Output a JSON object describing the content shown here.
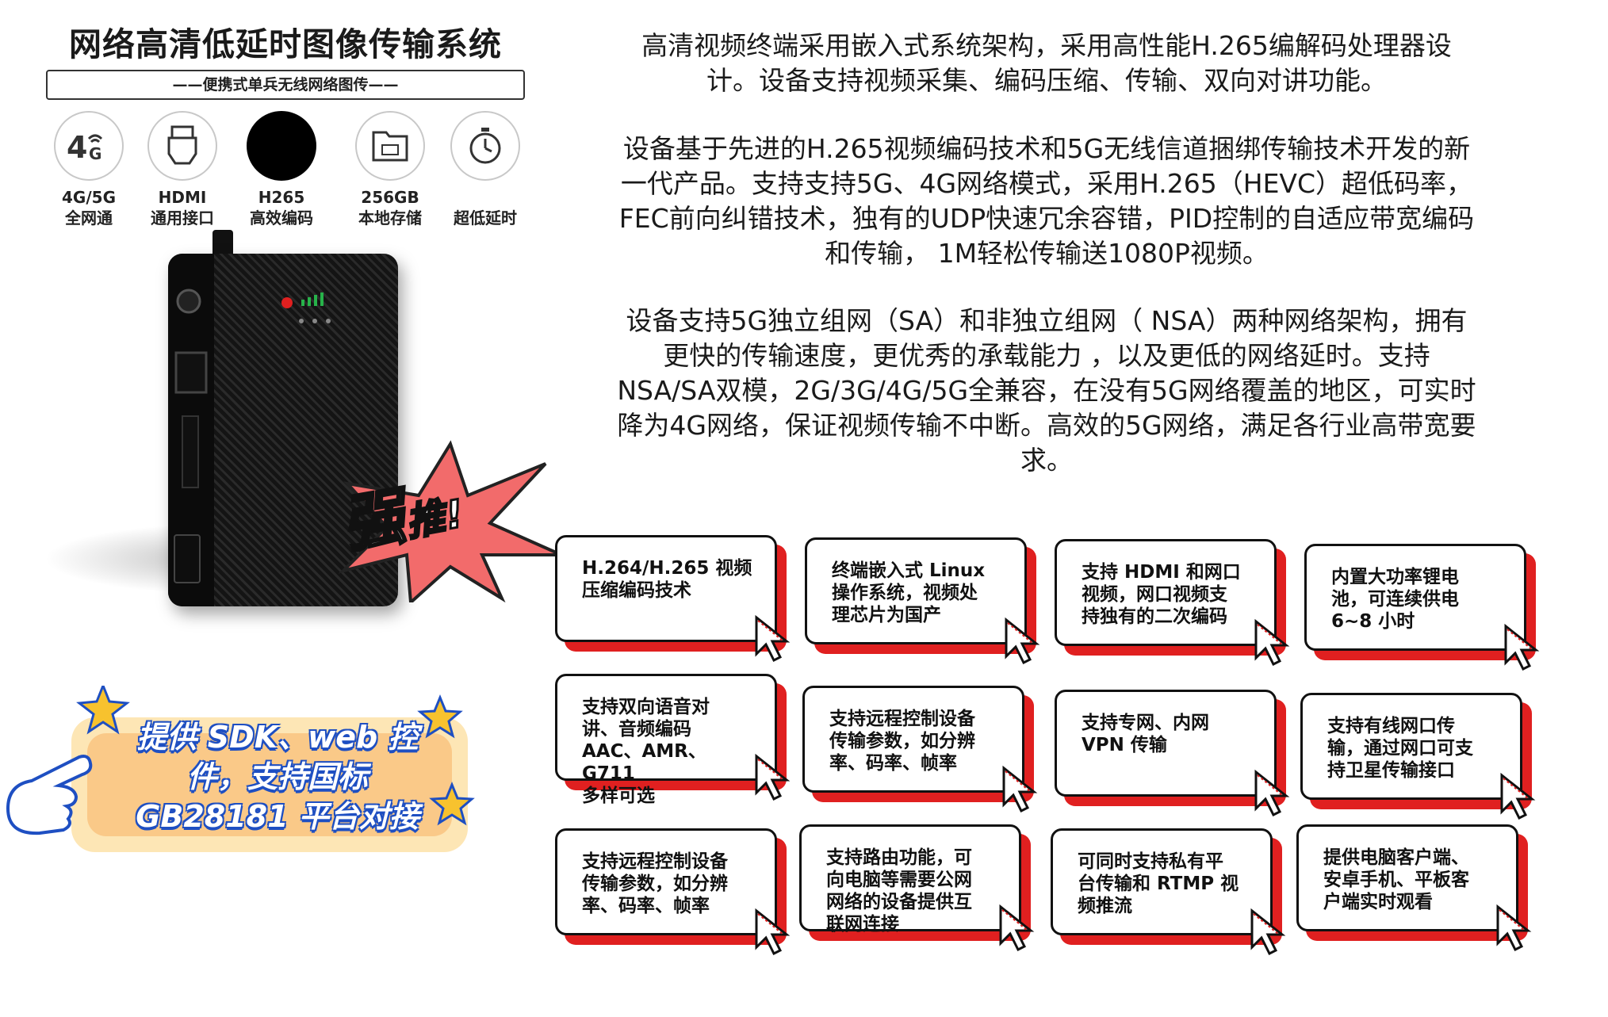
{
  "product": {
    "title": "网络高清低延时图像传输系统",
    "subtitle": "——便携式单兵无线网络图传——",
    "features": [
      {
        "icon": "4g-icon",
        "line1": "4G/5G",
        "line2": "全网通"
      },
      {
        "icon": "hdmi-icon",
        "line1": "HDMI",
        "line2": "通用接口"
      },
      {
        "icon": "h265-icon",
        "line1": "H265",
        "line2": "高效编码"
      },
      {
        "icon": "storage-icon",
        "line1": "256GB",
        "line2": "本地存储"
      },
      {
        "icon": "stopwatch-icon",
        "line1": "",
        "line2": "超低延时"
      }
    ]
  },
  "badge": {
    "main": "强",
    "sub": "推!"
  },
  "sdk": "提供 SDK、web 控\n件，支持国标\nGB28181 平台对接",
  "description": [
    "高清视频终端采用嵌入式系统架构，采用高性能H.265编解码处理器设\n计。设备支持视频采集、编码压缩、传输、双向对讲功能。",
    "设备基于先进的H.265视频编码技术和5G无线信道捆绑传输技术开发的新\n一代产品。支持支持5G、4G网络模式，采用H.265（HEVC）超低码率，\nFEC前向纠错技术，独有的UDP快速冗余容错，PID控制的自适应带宽编码\n和传输， 1M轻松传输送1080P视频。",
    " 设备支持5G独立组网（SA）和非独立组网（ NSA）两种网络架构，拥有\n更快的传输速度，更优秀的承载能力 ，以及更低的网络延时。支持\nNSA/SA双模，2G/3G/4G/5G全兼容，在没有5G网络覆盖的地区，可实时\n降为4G网络，保证视频传输不中断。高效的5G网络，满足各行业高带宽要\n求。"
  ],
  "cards": [
    "H.264/H.265 视频\n压缩编码技术",
    "终端嵌入式 Linux\n操作系统，视频处\n理芯片为国产",
    "支持 HDMI 和网口\n视频，网口视频支\n持独有的二次编码",
    "内置大功率锂电\n池，可连续供电\n6~8 小时",
    "支持双向语音对\n讲、音频编码\nAAC、AMR、G711\n 多样可选",
    "支持远程控制设备\n传输参数，如分辨\n率、码率、帧率",
    "支持专网、内网\nVPN 传输",
    "支持有线网口传\n输，通过网口可支\n持卫星传输接口",
    "支持远程控制设备\n传输参数，如分辨\n率、码率、帧率",
    "支持路由功能，可\n向电脑等需要公网\n网络的设备提供互\n联网连接",
    "可同时支持私有平\n台传输和 RTMP 视\n频推流",
    "提供电脑客户端、\n安卓手机、平板客\n户端实时观看"
  ],
  "colors": {
    "accent": "#e02020",
    "badge_star": "#f26b6b",
    "sdk_blue": "#1e4fc2",
    "star_yellow": "#f7c22e"
  }
}
